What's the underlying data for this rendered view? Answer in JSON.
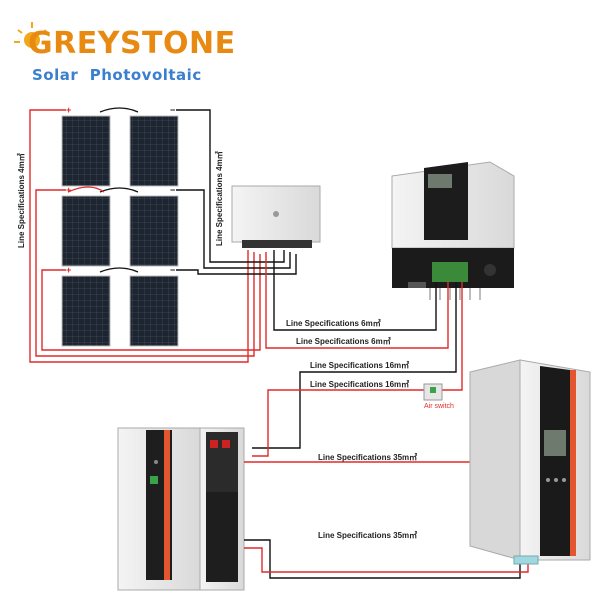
{
  "brand": {
    "name": "GREYSTONE",
    "tagline": "Solar  Photovoltaic",
    "primary_color": "#e88a12",
    "secondary_color": "#3b7fcf"
  },
  "wire_labels": {
    "panel_vertical_left": "Line Specifications 4m㎡",
    "panel_vertical_right": "Line Specifications 4m㎡",
    "controller_1": "Line Specifications 6m㎡",
    "controller_2": "Line Specifications 6m㎡",
    "battery_1": "Line Specifications 16m㎡",
    "battery_2": "Line Specifications 16m㎡",
    "inverter_1": "Line Specifications 35m㎡",
    "inverter_2": "Line Specifications 35m㎡"
  },
  "air_switch_label": "Air switch",
  "colors": {
    "positive_wire": "#e02a2a",
    "negative_wire": "#1a1a1a",
    "device_accent": "#e4572e"
  }
}
